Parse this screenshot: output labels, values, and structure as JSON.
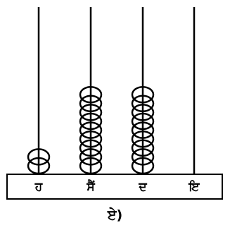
{
  "abacus": {
    "rods": [
      {
        "label": "ਹ",
        "beads": 2
      },
      {
        "label": "ਸੈਂ",
        "beads": 9
      },
      {
        "label": "ਦ",
        "beads": 9
      },
      {
        "label": "ਇ",
        "beads": 0
      }
    ],
    "colors": {
      "stroke": "#000000",
      "bead_fill": "#ffffff",
      "background": "#ffffff"
    }
  },
  "option_label": "ਏ)"
}
